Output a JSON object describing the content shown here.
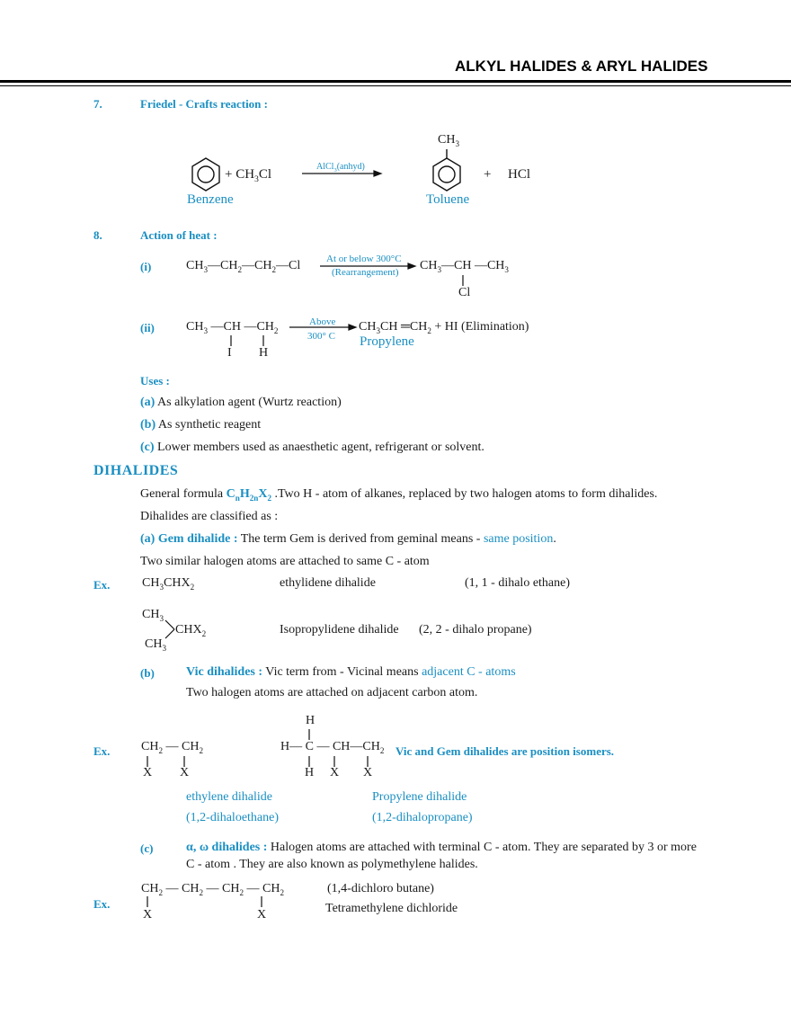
{
  "header": {
    "title": "ALKYL HALIDES & ARYL HALIDES"
  },
  "s7": {
    "num": "7.",
    "title": "Friedel - Crafts reaction :",
    "reactant": "+ CH",
    "reactant_sub": "3",
    "reactant_end": "Cl",
    "cat_a": "AlCl",
    "cat_sub": "3",
    "cat_b": "(anhyd)",
    "ch3": "CH",
    "ch3_sub": "3",
    "plus": "+",
    "hcl": "HCl",
    "benzene": "Benzene",
    "toluene": "Toluene"
  },
  "s8": {
    "num": "8.",
    "title": "Action of heat :",
    "i": {
      "label": "(i)",
      "reactant": [
        "CH",
        "3",
        "—CH",
        "2",
        "—CH",
        "2",
        "—Cl"
      ],
      "arrow_top": "At or below 300°C",
      "arrow_bottom": "(Rearrangement)",
      "product": [
        "CH",
        "3",
        "—CH —CH",
        "3"
      ],
      "cl": "Cl"
    },
    "ii": {
      "label": "(ii)",
      "reactant": [
        "CH",
        "3",
        " —CH —CH",
        "2"
      ],
      "i_label": "I",
      "h_label": "H",
      "arrow_top": "Above",
      "arrow_bottom": "300° C",
      "product": [
        "CH",
        "3",
        "CH  ═CH",
        "2",
        " + HI (Elimination)"
      ],
      "propylene": "Propylene"
    },
    "uses_title": "Uses :",
    "uses": [
      {
        "tag": "(a)",
        "text": " As alkylation agent (Wurtz reaction)"
      },
      {
        "tag": "(b)",
        "text": " As synthetic reagent"
      },
      {
        "tag": "(c)",
        "text": " Lower members used as anaesthetic agent, refrigerant or solvent."
      }
    ]
  },
  "dihalides": {
    "heading": "DIHALIDES",
    "gf_lead": "General formula ",
    "gf_formula": [
      "C",
      "n",
      "H",
      "2n",
      "X",
      "2"
    ],
    "gf_rest": " .Two H - atom of alkanes, replaced by two halogen atoms to form dihalides.",
    "classified": "Dihalides are classified as :",
    "gem_label": "(a) Gem dihalide :",
    "gem_text": " The term Gem is derived from geminal means - ",
    "gem_hl": "same position",
    "gem_end": ".",
    "gem_line2": "Two similar halogen atoms are attached to same C - atom",
    "ex": "Ex.",
    "ex1_formula": [
      "CH",
      "3",
      "CHX",
      "2"
    ],
    "ex1_name": "ethylidene dihalide",
    "ex1_iupac": "(1, 1 - dihalo ethane)",
    "ex2_ch3": "CH",
    "ex2_ch3_sub": "3",
    "ex2_chx": "CHX",
    "ex2_chx_sub": "2",
    "ex2_name": "Isopropylidene dihalide",
    "ex2_iupac": "(2, 2 - dihalo propane)",
    "vic_tag": "(b)",
    "vic_label": "Vic dihalides :",
    "vic_text": " Vic term from - Vicinal means ",
    "vic_hl": "adjacent C - atoms",
    "vic_line2": "Two halogen atoms are attached on adjacent carbon atom.",
    "vic_s1": {
      "top": [
        "CH",
        "2",
        " — CH",
        "2"
      ],
      "x1": "X",
      "x2": "X"
    },
    "vic_s2": {
      "h_top": "H",
      "mid": [
        "H— C — CH—CH",
        "2"
      ],
      "h_bot": "H",
      "x1": "X",
      "x2": "X"
    },
    "isomers": "Vic and Gem dihalides are position isomers.",
    "name1": "ethylene dihalide",
    "iupac1": "(1,2-dihaloethane)",
    "name2": "Propylene dihalide",
    "iupac2": "(1,2-dihalopropane)",
    "aw_tag": "(c)",
    "aw_label": "α, ω dihalides :",
    "aw_text": " Halogen atoms are attached with terminal C - atom. They are separated by 3 or more",
    "aw_line2": "C - atom . They are also known as polymethylene halides.",
    "aw_chain": [
      "CH",
      "2",
      " — CH",
      "2",
      " — CH",
      "2",
      " — CH",
      "2"
    ],
    "aw_x1": "X",
    "aw_x2": "X",
    "aw_iupac": "(1,4-dichloro butane)",
    "aw_name": "Tetramethylene dichloride"
  }
}
